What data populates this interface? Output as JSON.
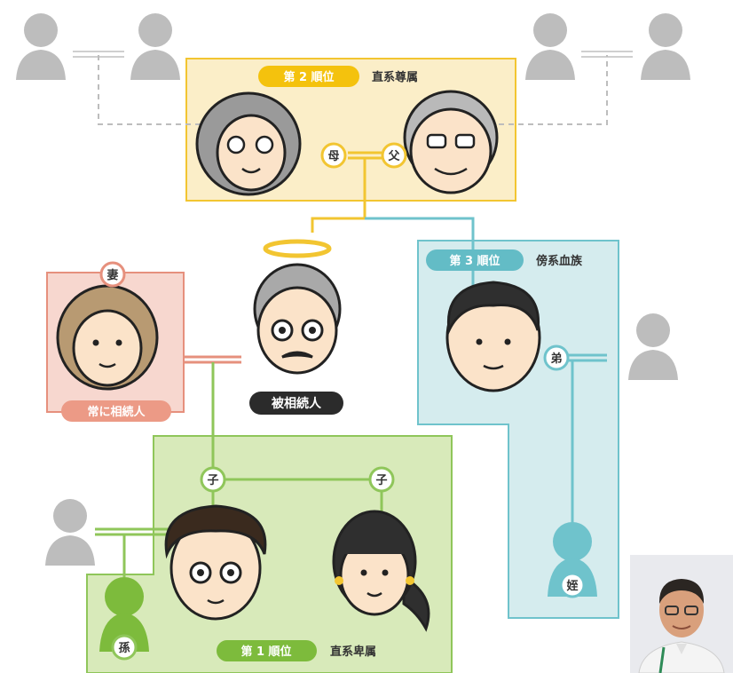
{
  "rank2": {
    "badge": "第 2 順位",
    "title": "直系尊属"
  },
  "rank3": {
    "badge": "第 3 順位",
    "title": "傍系血族"
  },
  "rank1": {
    "badge": "第 1 順位",
    "title": "直系卑属"
  },
  "spouse": {
    "tag": "妻",
    "label": "常に相続人"
  },
  "decedent": {
    "label": "被相続人"
  },
  "mother": {
    "tag": "母"
  },
  "father": {
    "tag": "父"
  },
  "brother": {
    "tag": "弟"
  },
  "child_left": {
    "tag": "子"
  },
  "child_right": {
    "tag": "子"
  },
  "nephew": {
    "tag": "姪"
  },
  "grandchild": {
    "tag": "孫"
  },
  "colors": {
    "rank2_bg": "#fbeec8",
    "rank2_line": "#f2c531",
    "rank2_badge": "#f4c20d",
    "rank3_bg": "#d5ecee",
    "rank3_line": "#6fc3cc",
    "rank3_badge": "#63bcc6",
    "rank1_bg": "#d8eaba",
    "rank1_line": "#8fc65a",
    "rank1_badge": "#7dbb3c",
    "spouse_bg": "#f7d7cf",
    "spouse_line": "#e6907d",
    "spouse_badge": "#ec9a86",
    "decedent_badge": "#2b2b2b",
    "silhouette": "#bdbdbd"
  }
}
